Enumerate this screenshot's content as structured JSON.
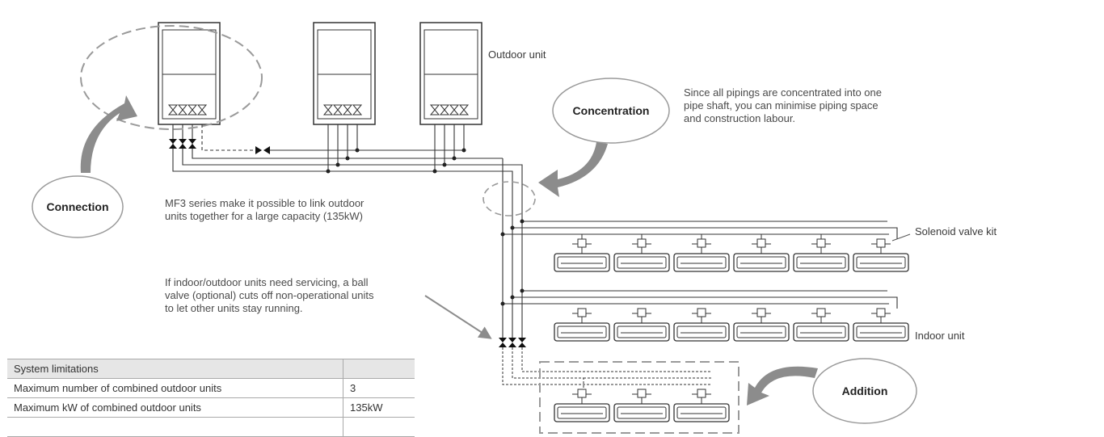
{
  "labels": {
    "outdoor_unit": "Outdoor unit",
    "solenoid_valve_kit": "Solenoid valve kit",
    "indoor_unit": "Indoor unit"
  },
  "bubbles": {
    "connection": "Connection",
    "concentration": "Concentration",
    "addition": "Addition"
  },
  "notes": {
    "concentration": [
      "Since all pipings are concentrated into one",
      "pipe shaft, you can minimise piping space",
      "and construction labour."
    ],
    "connection": [
      "MF3 series make it possible to link outdoor",
      "units together for a large capacity (135kW)"
    ],
    "servicing": [
      "If indoor/outdoor units need servicing, a ball",
      "valve (optional) cuts off non-operational units",
      "to let other units stay running."
    ]
  },
  "table": {
    "header": "System limitations",
    "rows": [
      {
        "key": "Maximum number of combined outdoor units",
        "value": "3"
      },
      {
        "key": "Maximum kW of combined outdoor units",
        "value": "135kW"
      },
      {
        "key": "",
        "value": ""
      }
    ]
  },
  "colors": {
    "line": "#333333",
    "dashed_gray": "#9a9a9a",
    "arrow_gray": "#8c8c8c",
    "table_header": "#e6e6e6"
  }
}
